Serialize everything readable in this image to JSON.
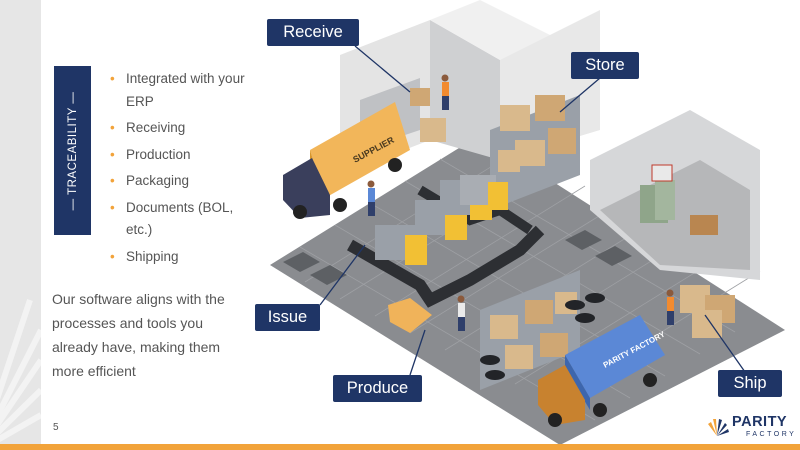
{
  "slide": {
    "page_number": "5"
  },
  "sidebar": {
    "traceability_label": "— TRACEABILITY —"
  },
  "features": [
    {
      "label": "Integrated with your ERP"
    },
    {
      "label": "Receiving"
    },
    {
      "label": "Production"
    },
    {
      "label": "Packaging"
    },
    {
      "label": "Documents (BOL, etc.)"
    },
    {
      "label": "Shipping"
    }
  ],
  "summary": "Our software aligns with the processes and tools you already have, making them more efficient",
  "diagram": {
    "labels": {
      "receive": "Receive",
      "store": "Store",
      "issue": "Issue",
      "produce": "Produce",
      "ship": "Ship"
    },
    "supplier_truck_text": "SUPPLIER",
    "shipping_truck_text": "PARITY FACTORY"
  },
  "logo": {
    "name": "PARITY",
    "tagline": "FACTORY"
  },
  "colors": {
    "navy": "#1f3566",
    "accent": "#f2a33a",
    "floor": "#8a8c90",
    "box": "#d9b98c"
  }
}
